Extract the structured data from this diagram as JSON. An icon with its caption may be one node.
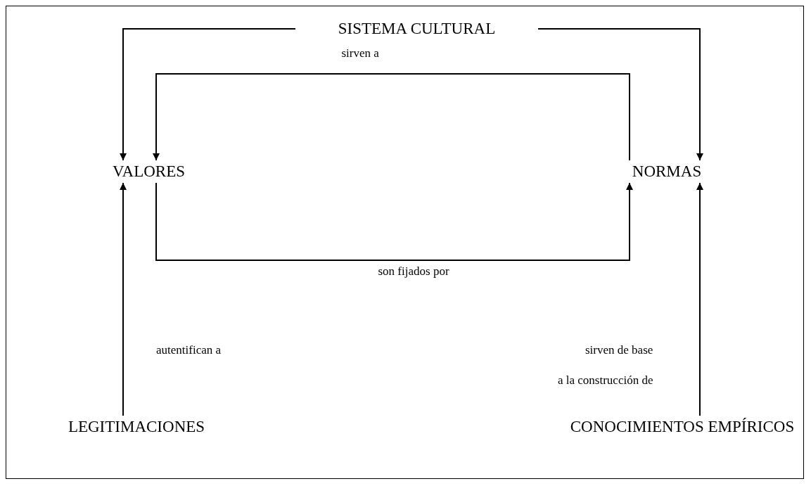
{
  "diagram": {
    "nodes": [
      {
        "text": [
          "SISTEMA CULTURAL"
        ]
      },
      {
        "text": [
          "VALORES"
        ]
      },
      {
        "text": [
          "NORMAS"
        ]
      },
      {
        "text": [
          "LEGITIMACIONES"
        ]
      },
      {
        "text": [
          "CONOCIMIENTOS EMPÍRICOS"
        ]
      }
    ],
    "edges": [
      {
        "from": 0,
        "to": 1,
        "arrow": "to"
      },
      {
        "from": 0,
        "to": 2,
        "arrow": "to"
      },
      {
        "from": 2,
        "to": 1,
        "label": "sirven a",
        "arrow": "to"
      },
      {
        "from": 1,
        "to": 2,
        "label": "son fijados por",
        "arrow": "to"
      },
      {
        "from": 3,
        "to": 1,
        "label": "autentifican a",
        "arrow": "to"
      },
      {
        "from": 4,
        "to": 2,
        "label": "sirven de base",
        "arrow": "to"
      }
    ],
    "labels": [
      "a la construcción de"
    ]
  }
}
